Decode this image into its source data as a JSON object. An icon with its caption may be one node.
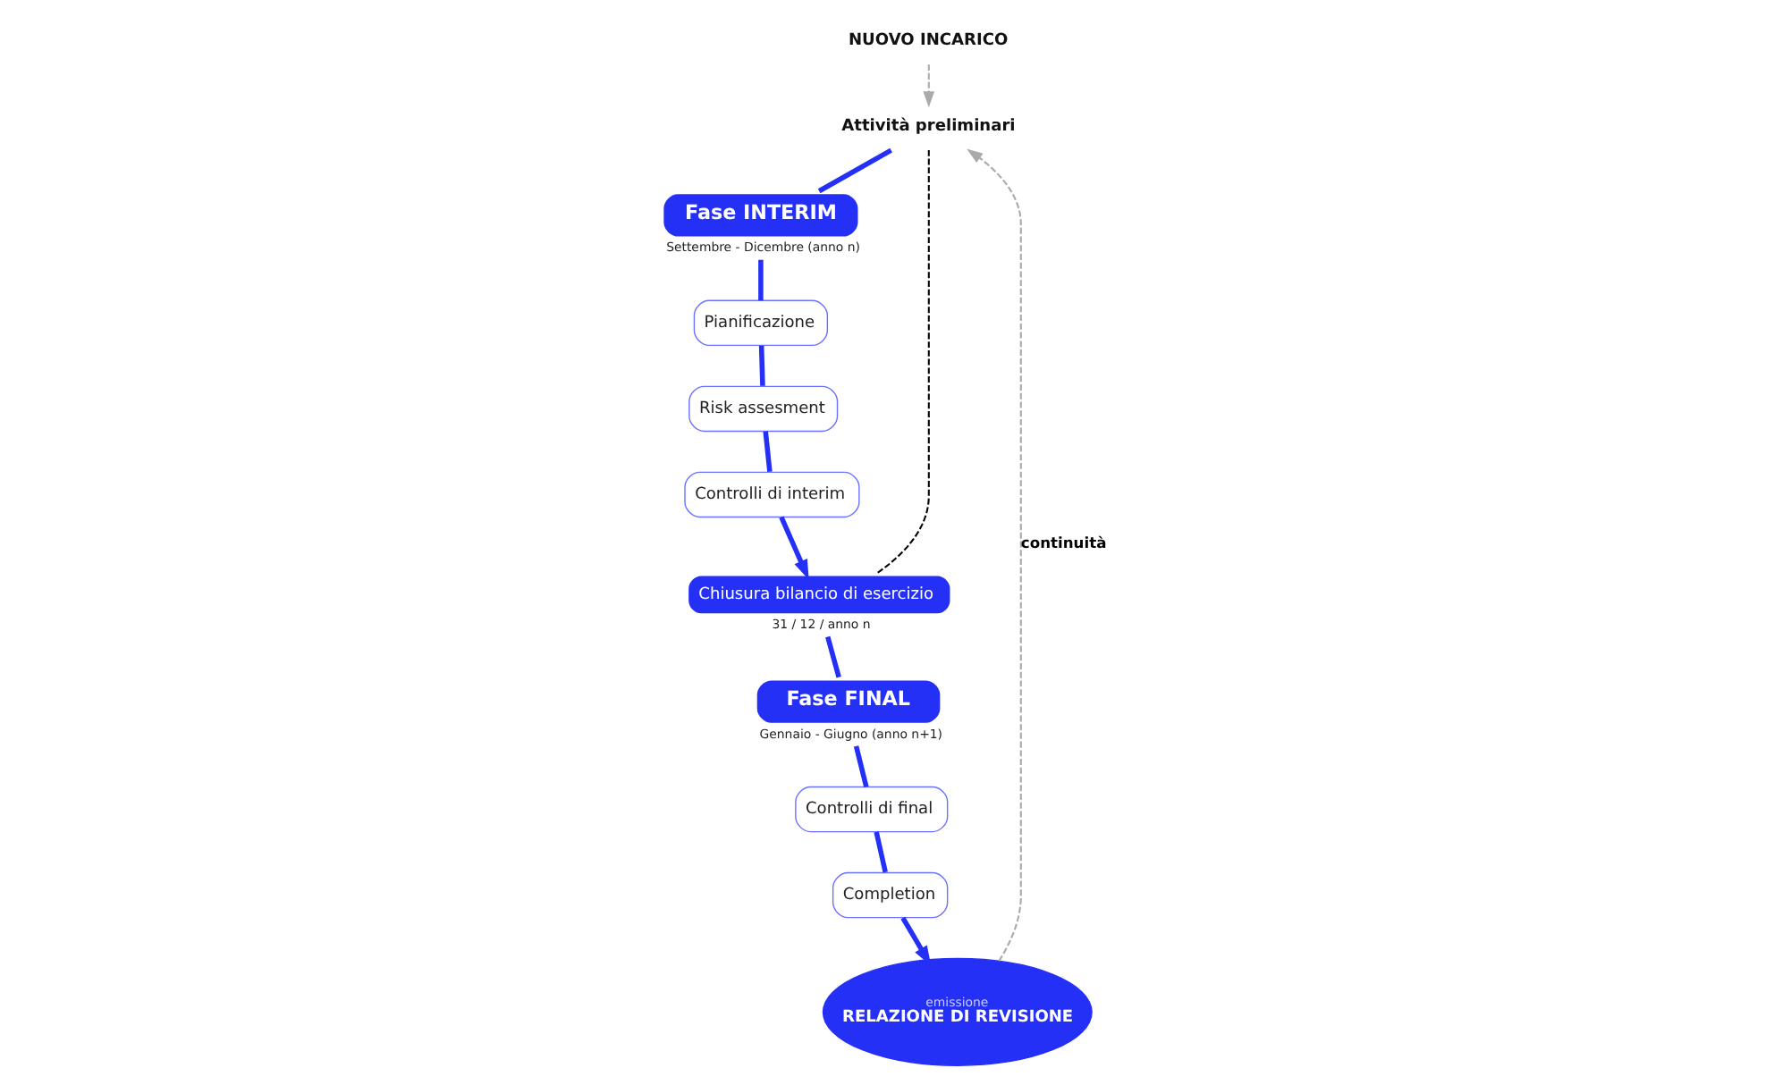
{
  "diagram": {
    "nodes": [
      {
        "text": [
          "NUOVO INCARICO"
        ]
      },
      {
        "text": [
          "Attività preliminari"
        ]
      },
      {
        "text": [
          "emissione",
          "RELAZIONE DI REVISIONE"
        ]
      },
      {
        "text": [
          "Fase INTERIM"
        ],
        "beside": [
          "Settembre - Dicembre (anno n)"
        ]
      },
      {
        "text": [
          "Pianificazione"
        ]
      },
      {
        "text": [
          "Risk assesment"
        ]
      },
      {
        "text": [
          "Controlli di interim"
        ]
      },
      {
        "text": [
          "Chiusura bilancio di esercizio"
        ],
        "beside": [
          "31 / 12 / anno n"
        ]
      },
      {
        "text": [
          "Fase FINAL"
        ],
        "beside": [
          "Gennaio - Giugno (anno n+1)"
        ]
      },
      {
        "text": [
          "Controlli di final"
        ]
      },
      {
        "text": [
          "Completion"
        ]
      }
    ],
    "edges": [
      {
        "from": 0,
        "to": 1,
        "arrow": "to",
        "style": "dashed",
        "color": "#aaaaaa"
      },
      {
        "from": 2,
        "to": 1,
        "arrow": "to",
        "label": "continuità",
        "style": "dashed",
        "color": "#aaaaaa"
      },
      {
        "from": 1,
        "to": 3,
        "arrow": "none"
      },
      {
        "from": 3,
        "to": 4,
        "arrow": "none"
      },
      {
        "from": 4,
        "to": 5,
        "arrow": "none"
      },
      {
        "from": 5,
        "to": 6,
        "arrow": "none"
      },
      {
        "from": 6,
        "to": 7,
        "arrow": "to"
      },
      {
        "from": 1,
        "to": 7,
        "arrow": "none",
        "style": "dashed",
        "color": "#000000"
      },
      {
        "from": 7,
        "to": 8,
        "arrow": "none"
      },
      {
        "from": 8,
        "to": 9,
        "arrow": "none"
      },
      {
        "from": 9,
        "to": 10,
        "arrow": "none"
      },
      {
        "from": 10,
        "to": 2,
        "arrow": "to"
      }
    ]
  }
}
